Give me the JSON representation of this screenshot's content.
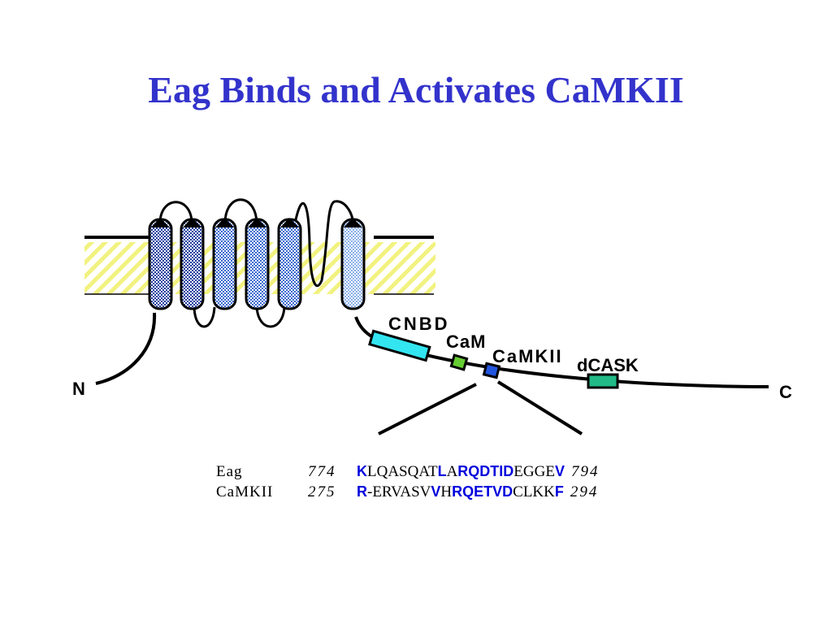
{
  "title": "Eag Binds and Activates CaMKII",
  "labels": {
    "n_terminus": "N",
    "c_terminus": "C",
    "cnbd": "CNBD",
    "cam": "CaM",
    "camkii": "CaMKII",
    "dcask": "dCASK"
  },
  "colors": {
    "title": "#3333cc",
    "membrane_stripes": "#f2f280",
    "cnbd_box": "#33e5f0",
    "cam_box": "#66cc33",
    "camkii_box": "#2255dd",
    "dcask_box": "#22bb88",
    "highlight_residue": "#0000dd"
  },
  "alignment": [
    {
      "name": "Eag",
      "start": "774",
      "end": "794",
      "segments": [
        {
          "text": "K",
          "highlight": true
        },
        {
          "text": "LQASQAT",
          "highlight": false
        },
        {
          "text": "L",
          "highlight": true
        },
        {
          "text": "A",
          "highlight": false
        },
        {
          "text": "RQDTID",
          "highlight": true
        },
        {
          "text": "EGGE",
          "highlight": false
        },
        {
          "text": "V",
          "highlight": true
        }
      ]
    },
    {
      "name": "CaMKII",
      "start": "275",
      "end": "294",
      "segments": [
        {
          "text": "R",
          "highlight": true
        },
        {
          "text": "-ERVASV",
          "highlight": false
        },
        {
          "text": "V",
          "highlight": true
        },
        {
          "text": "H",
          "highlight": false
        },
        {
          "text": "RQETVD",
          "highlight": true
        },
        {
          "text": "CLKK",
          "highlight": false
        },
        {
          "text": "F",
          "highlight": true
        }
      ]
    }
  ]
}
